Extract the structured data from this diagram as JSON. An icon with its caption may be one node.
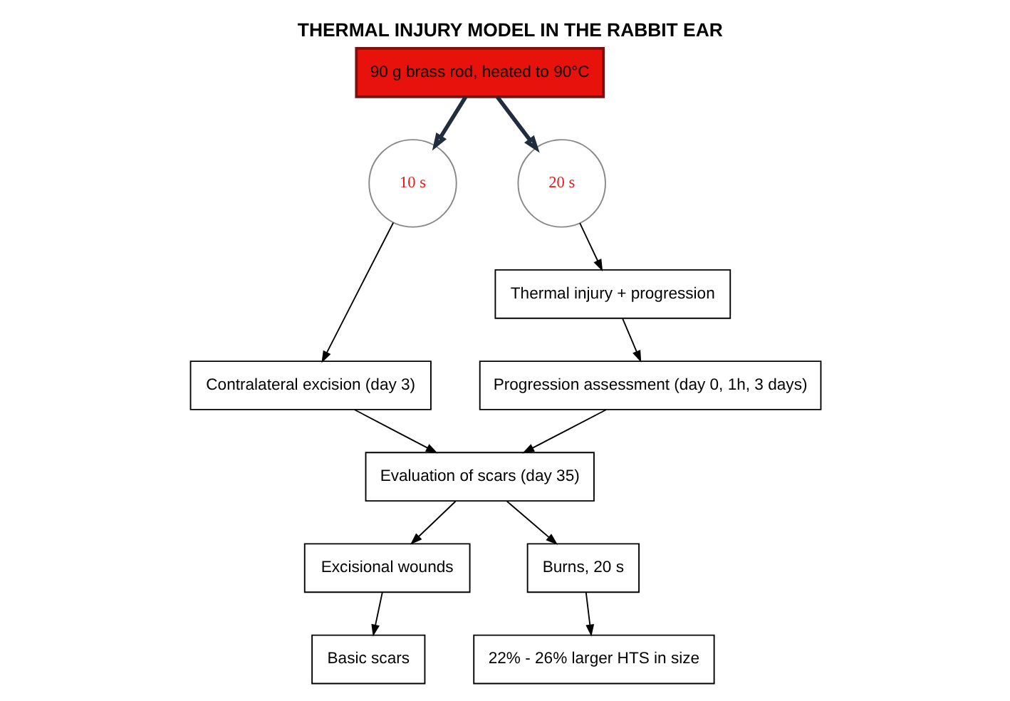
{
  "diagram": {
    "title": "THERMAL INJURY MODEL IN THE RABBIT EAR",
    "nodes": [
      {
        "text": [
          "90 g brass rod, heated to 90°C"
        ]
      },
      {
        "text": [
          "10 s"
        ]
      },
      {
        "text": [
          "20 s"
        ]
      },
      {
        "text": [
          "Thermal injury + progression"
        ]
      },
      {
        "text": [
          "Contralateral excision (day 3)"
        ]
      },
      {
        "text": [
          "Progression assessment (day 0, 1h, 3 days)"
        ]
      },
      {
        "text": [
          "Evaluation of scars (day 35)"
        ]
      },
      {
        "text": [
          "Excisional wounds"
        ]
      },
      {
        "text": [
          "Burns, 20 s"
        ]
      },
      {
        "text": [
          "Basic scars"
        ]
      },
      {
        "text": [
          "22% - 26% larger HTS in size"
        ]
      }
    ],
    "edges": [
      {
        "from": 0,
        "to": 1,
        "arrow": "to",
        "style": "thick"
      },
      {
        "from": 0,
        "to": 2,
        "arrow": "to",
        "style": "thick"
      },
      {
        "from": 1,
        "to": 4,
        "arrow": "to"
      },
      {
        "from": 2,
        "to": 3,
        "arrow": "to"
      },
      {
        "from": 3,
        "to": 5,
        "arrow": "to"
      },
      {
        "from": 4,
        "to": 6,
        "arrow": "to"
      },
      {
        "from": 5,
        "to": 6,
        "arrow": "to"
      },
      {
        "from": 6,
        "to": 7,
        "arrow": "to"
      },
      {
        "from": 6,
        "to": 8,
        "arrow": "to"
      },
      {
        "from": 7,
        "to": 9,
        "arrow": "to"
      },
      {
        "from": 8,
        "to": 10,
        "arrow": "to"
      }
    ]
  }
}
